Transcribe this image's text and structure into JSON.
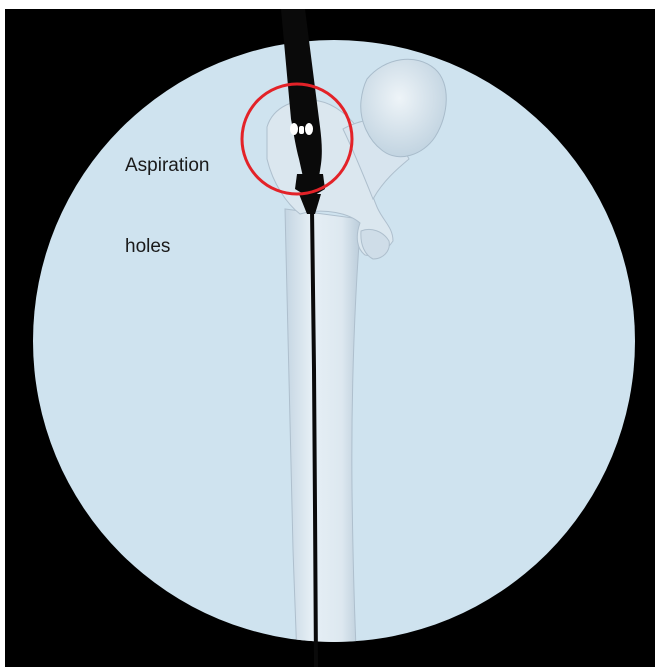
{
  "figure": {
    "annotation": {
      "line1": "Aspiration",
      "line2": "holes"
    },
    "colors": {
      "background": "#000000",
      "view_circle": "#cfe3ef",
      "bone_fill": "#dfeaf2",
      "bone_shadow": "#b7cad8",
      "instrument": "#0a0a0a",
      "highlight_circle": "#e32228"
    },
    "subjects": [
      "femur-bone",
      "aspiration-instrument",
      "guide-wire"
    ]
  }
}
